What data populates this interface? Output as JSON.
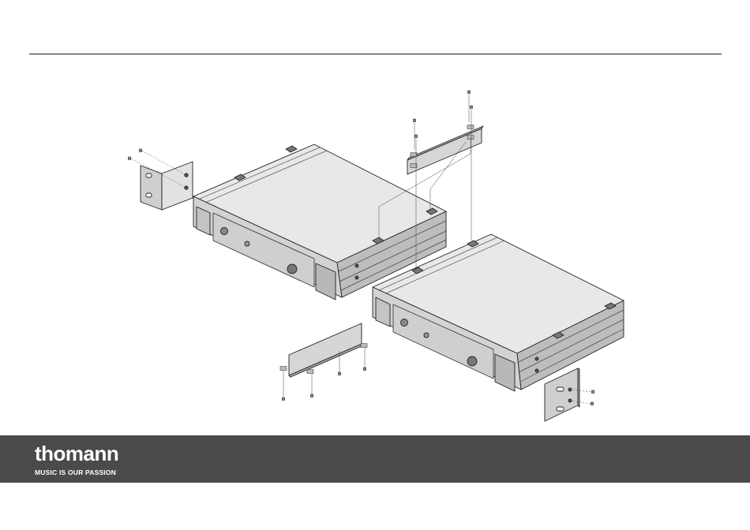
{
  "footer": {
    "brand": "thomann",
    "tagline": "MUSIC IS OUR PASSION",
    "background": "#4a4a4a"
  },
  "diagram": {
    "subject": "rack-mount assembly of two units with brackets and screws"
  }
}
